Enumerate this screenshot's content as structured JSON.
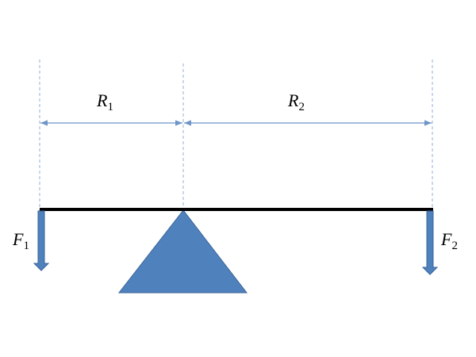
{
  "labels": {
    "r1": {
      "symbol": "R",
      "subscript": "1"
    },
    "r2": {
      "symbol": "R",
      "subscript": "2"
    },
    "f1": {
      "symbol": "F",
      "subscript": "1"
    },
    "f2": {
      "symbol": "F",
      "subscript": "2"
    }
  },
  "colors": {
    "accent": "#4f81bd",
    "accent_stroke": "#3a6496",
    "dimension": "#6d95c8",
    "beam": "#000000"
  }
}
